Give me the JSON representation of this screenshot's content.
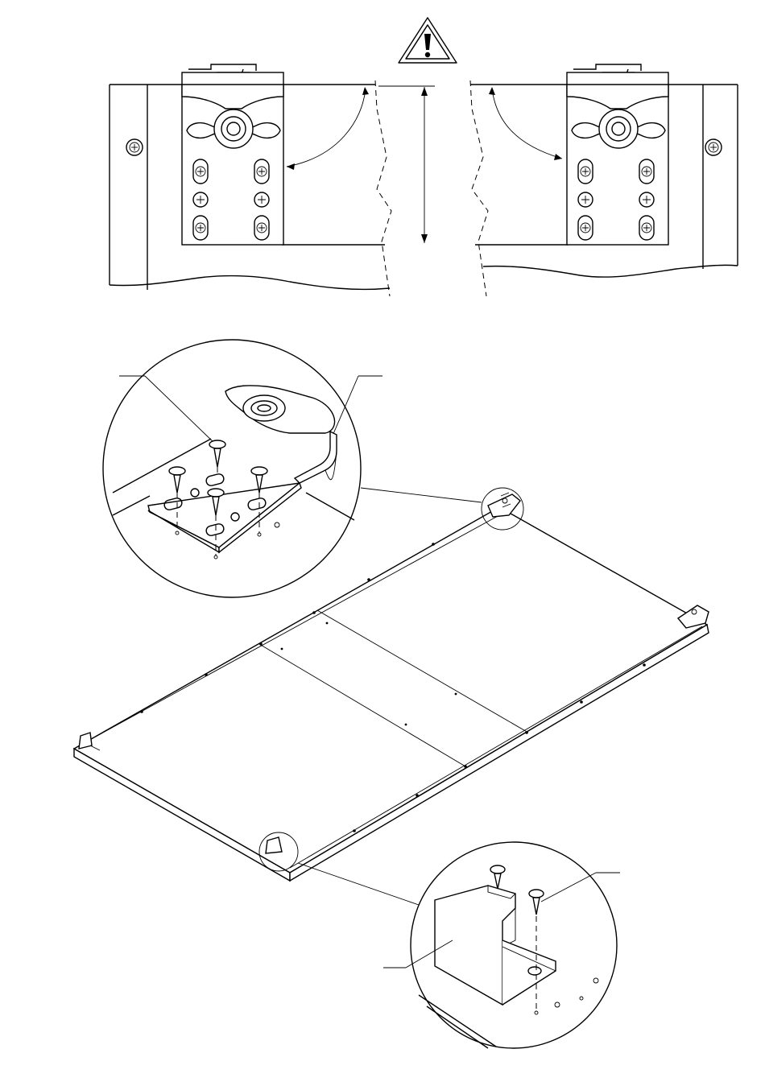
{
  "figure": {
    "type": "assembly-instruction",
    "text_labels": [],
    "icons": {
      "warning": "warning-triangle-icon",
      "screw": "phillips-screw-icon",
      "cam_wheel": "roller-wheel-icon"
    },
    "colors": {
      "line": "#000000",
      "background": "#ffffff"
    },
    "views": [
      {
        "name": "top-detail",
        "description_visible": false
      },
      {
        "name": "panel-overview",
        "description_visible": false
      },
      {
        "name": "zoom-top-bracket",
        "description_visible": false
      },
      {
        "name": "zoom-bottom-bracket",
        "description_visible": false
      }
    ]
  }
}
